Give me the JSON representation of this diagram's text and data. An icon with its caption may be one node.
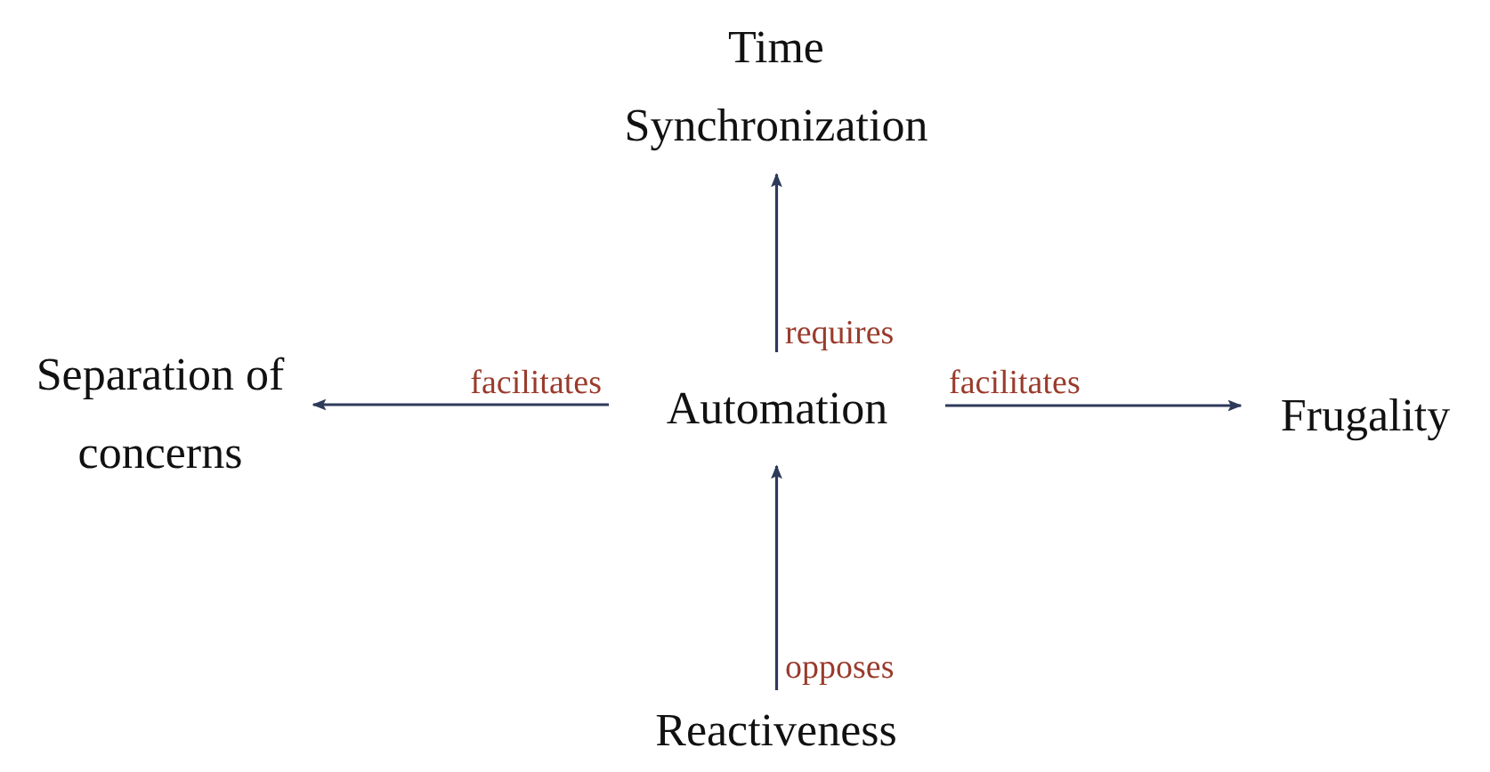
{
  "diagram": {
    "nodes": [
      {
        "text": [
          "Time Synchronization"
        ]
      },
      {
        "text": [
          "Separation of concerns"
        ]
      },
      {
        "text": [
          "Automation"
        ]
      },
      {
        "text": [
          "Frugality"
        ]
      },
      {
        "text": [
          "Reactiveness"
        ]
      }
    ],
    "edges": [
      {
        "from": 2,
        "to": 0,
        "arrow": "to",
        "label": "requires"
      },
      {
        "from": 2,
        "to": 1,
        "arrow": "to",
        "label": "facilitates"
      },
      {
        "from": 2,
        "to": 3,
        "arrow": "to",
        "label": "facilitates"
      },
      {
        "from": 4,
        "to": 2,
        "arrow": "to",
        "label": "opposes"
      }
    ]
  }
}
